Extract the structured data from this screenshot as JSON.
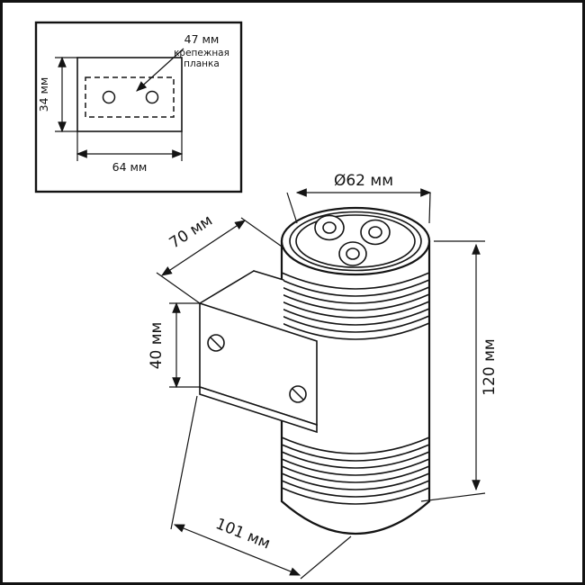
{
  "inset": {
    "dim_width_top": "47 мм",
    "plate_note_line1": "крепежная",
    "plate_note_line2": "планка",
    "dim_height": "34 мм",
    "dim_width_bottom": "64 мм"
  },
  "main": {
    "dim_diameter": "Ø62 мм",
    "dim_arm_depth": "70 мм",
    "dim_bracket_height": "40 мм",
    "dim_body_height": "120 мм",
    "dim_overall_depth": "101 мм"
  },
  "colors": {
    "ink": "#141414",
    "background": "#ffffff"
  }
}
